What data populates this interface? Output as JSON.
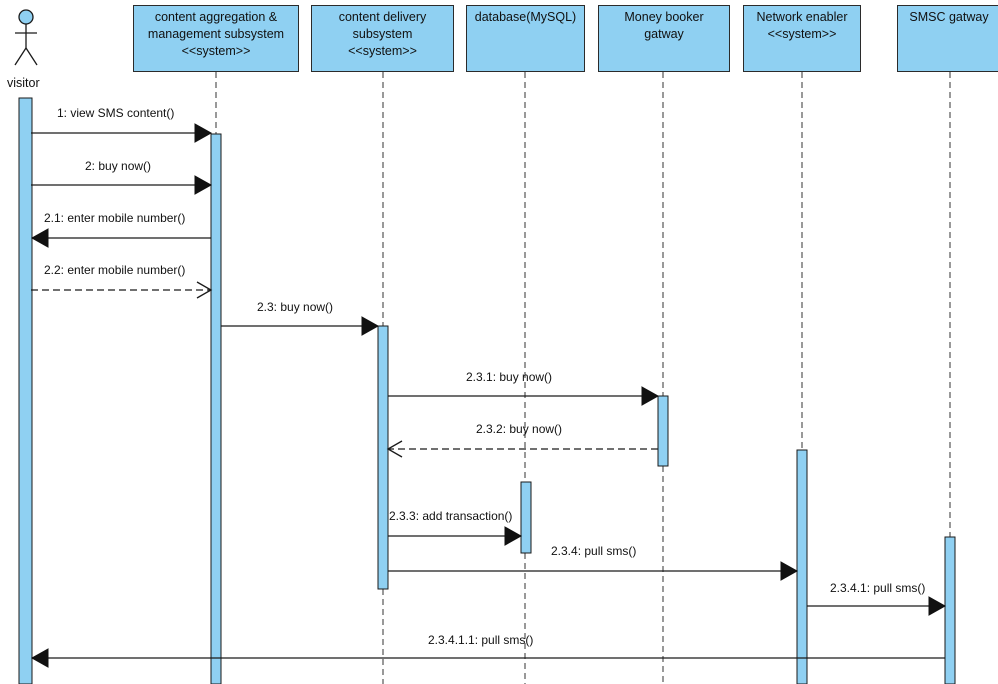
{
  "actor": {
    "name": "visitor"
  },
  "lifelines": [
    {
      "id": "cams",
      "lines": [
        "content aggregation &",
        "management subsystem",
        "<<system>>"
      ]
    },
    {
      "id": "cds",
      "lines": [
        "content delivery",
        "subsystem",
        "<<system>>"
      ]
    },
    {
      "id": "db",
      "lines": [
        "database(MySQL)"
      ]
    },
    {
      "id": "mb",
      "lines": [
        "Money booker",
        "gatway"
      ]
    },
    {
      "id": "ne",
      "lines": [
        "Network enabler",
        "<<system>>"
      ]
    },
    {
      "id": "smsc",
      "lines": [
        "SMSC gatway"
      ]
    }
  ],
  "messages": [
    {
      "label": "1: view SMS content()",
      "from": "visitor",
      "to": "cams",
      "kind": "sync"
    },
    {
      "label": "2: buy now()",
      "from": "visitor",
      "to": "cams",
      "kind": "sync"
    },
    {
      "label": "2.1: enter mobile number()",
      "from": "cams",
      "to": "visitor",
      "kind": "sync"
    },
    {
      "label": "2.2: enter mobile number()",
      "from": "visitor",
      "to": "cams",
      "kind": "return"
    },
    {
      "label": "2.3: buy now()",
      "from": "cams",
      "to": "cds",
      "kind": "sync"
    },
    {
      "label": "2.3.1: buy now()",
      "from": "cds",
      "to": "mb",
      "kind": "sync"
    },
    {
      "label": "2.3.2: buy now()",
      "from": "mb",
      "to": "cds",
      "kind": "return"
    },
    {
      "label": "2.3.3: add transaction()",
      "from": "cds",
      "to": "db",
      "kind": "sync"
    },
    {
      "label": "2.3.4: pull sms()",
      "from": "cds",
      "to": "ne",
      "kind": "sync"
    },
    {
      "label": "2.3.4.1: pull sms()",
      "from": "ne",
      "to": "smsc",
      "kind": "sync"
    },
    {
      "label": "2.3.4.1.1: pull sms()",
      "from": "smsc",
      "to": "visitor",
      "kind": "sync"
    }
  ],
  "colors": {
    "box_fill": "#8fd0f2",
    "activation_fill": "#8fd0f2",
    "line": "#1a1a1a",
    "lifeline_dash": "#333333"
  }
}
